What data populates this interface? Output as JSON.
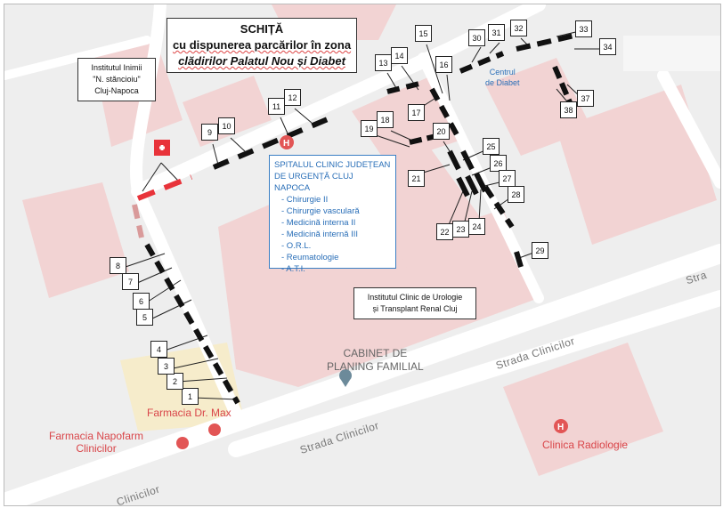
{
  "title": {
    "line1": "SCHIȚĂ",
    "line2": "cu dispunerea parcărilor în zona",
    "line3": "clădirilor Palatul Nou și Diabet"
  },
  "institutes": {
    "inimii": [
      "Institutul Inimii",
      "\"N. stăncioiu\"",
      "Cluj-Napoca"
    ],
    "urologie": [
      "Institutul Clinic de Urologie",
      "și Transplant Renal Cluj"
    ],
    "diabet": [
      "Centrul",
      "de Diabet"
    ]
  },
  "hospital": {
    "name1": "SPITALUL CLINIC JUDEȚEAN",
    "name2": "DE URGENȚĂ CLUJ NAPOCA",
    "departments": [
      "- Chirurgie II",
      "- Chirurgie vasculară",
      "- Medicină interna II",
      "- Medicină internă III",
      "- O.R.L.",
      "- Reumatologie",
      "- A.T.I."
    ]
  },
  "places": {
    "planning": [
      "CABINET DE",
      "PLANING FAMILIAL"
    ],
    "drmax": "Farmacia Dr. Max",
    "napofarm": [
      "Farmacia Napofarm",
      "Clinicilor"
    ],
    "radiologie": "Clinica Radiologie"
  },
  "streets": [
    "Strada Clinicilor",
    "Strada Clinicilor",
    "Stra",
    "Clinicilor"
  ],
  "spots": [
    "1",
    "2",
    "3",
    "4",
    "5",
    "6",
    "7",
    "8",
    "9",
    "10",
    "11",
    "12",
    "13",
    "14",
    "15",
    "16",
    "17",
    "18",
    "19",
    "20",
    "21",
    "22",
    "23",
    "24",
    "25",
    "26",
    "27",
    "28",
    "29",
    "30",
    "31",
    "32",
    "33",
    "34",
    "37",
    "38"
  ],
  "colors": {
    "building": "#f2d3d3",
    "road": "#ffffff",
    "bg": "#eeeeee",
    "accent_red": "#e8333a",
    "hospital_blue": "#2a6fb8"
  }
}
